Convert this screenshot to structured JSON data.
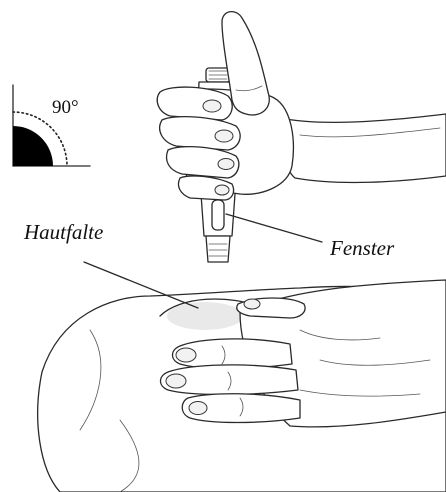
{
  "angle_indicator": {
    "label": "90°",
    "quadrant_color": "#000000",
    "arc_style": "dotted"
  },
  "labels": {
    "skin_fold": "Hautfalte",
    "window": "Fenster"
  },
  "illustration": {
    "style": "black-and-white line drawing",
    "hands": [
      "hand-holding-pen",
      "hand-pinching-skin"
    ],
    "device": "pen-injector"
  },
  "colors": {
    "ink": "#2a2a2a",
    "background": "#ffffff",
    "shade": "#e9e9e9"
  }
}
